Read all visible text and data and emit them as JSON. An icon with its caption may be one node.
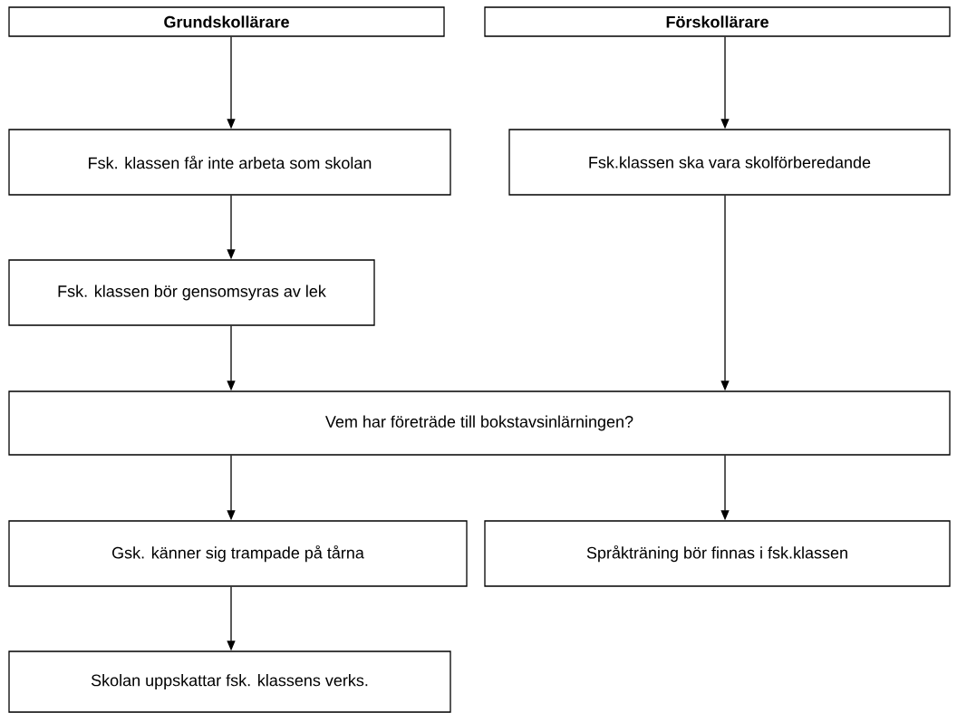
{
  "diagram": {
    "nodes": [
      {
        "text": [
          "Grundskollärare"
        ]
      },
      {
        "text": [
          "Förskollärare"
        ]
      },
      {
        "text": [
          "Fsk. klassen får inte arbeta som skolan"
        ]
      },
      {
        "text": [
          "Fsk.klassen ska vara skolförberedande"
        ]
      },
      {
        "text": [
          "Fsk. klassen bör gensomsyras av lek"
        ]
      },
      {
        "text": [
          "Vem har företräde till bokstavsinlärningen?"
        ]
      },
      {
        "text": [
          "Gsk. känner sig trampade på tårna"
        ]
      },
      {
        "text": [
          "Språkträning bör finnas i fsk.klassen"
        ]
      },
      {
        "text": [
          "Skolan uppskattar fsk. klassens verks."
        ]
      }
    ],
    "edges": [
      {
        "from": 0,
        "to": 2,
        "arrow": "to"
      },
      {
        "from": 1,
        "to": 3,
        "arrow": "to"
      },
      {
        "from": 2,
        "to": 4,
        "arrow": "to"
      },
      {
        "from": 4,
        "to": 5,
        "arrow": "to"
      },
      {
        "from": 3,
        "to": 5,
        "arrow": "to"
      },
      {
        "from": 5,
        "to": 6,
        "arrow": "to"
      },
      {
        "from": 5,
        "to": 7,
        "arrow": "to"
      },
      {
        "from": 6,
        "to": 8,
        "arrow": "to"
      }
    ]
  }
}
